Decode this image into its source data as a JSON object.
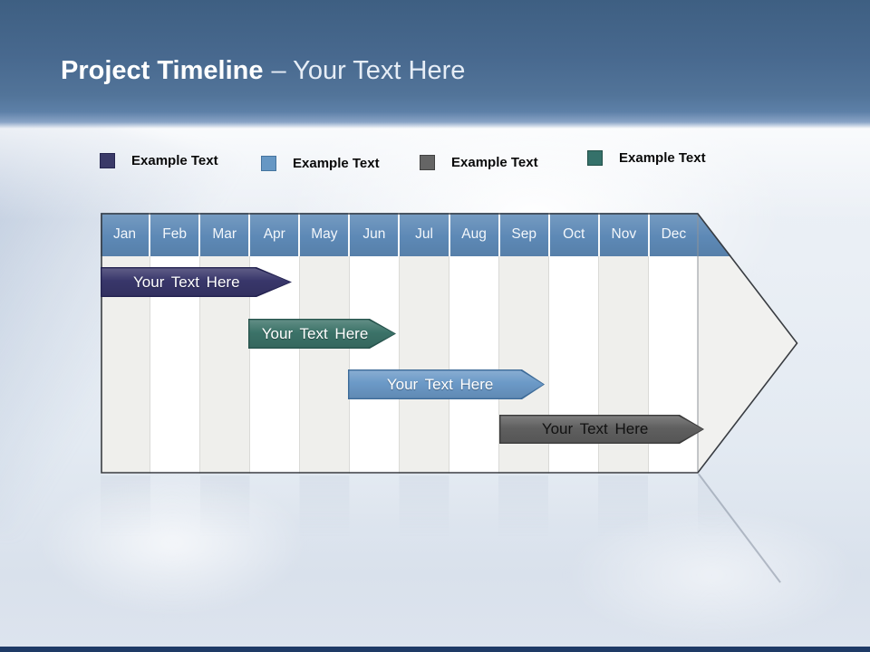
{
  "slide": {
    "title": {
      "bold": "Project Timeline",
      "rest": "– Your Text Here"
    }
  },
  "legend": {
    "items": [
      {
        "label": "Example Text",
        "color": "#3a3a68",
        "border": "#262650"
      },
      {
        "label": "Example Text",
        "color": "#6697c4",
        "border": "#45749f"
      },
      {
        "label": "Example Text",
        "color": "#656565",
        "border": "#414141"
      },
      {
        "label": "Example Text",
        "color": "#35716a",
        "border": "#224f48"
      }
    ]
  },
  "timeline": {
    "header_color": "#5d89b6",
    "months": [
      "Jan",
      "Feb",
      "Mar",
      "Apr",
      "May",
      "Jun",
      "Jul",
      "Aug",
      "Sep",
      "Oct",
      "Nov",
      "Dec"
    ],
    "bars": [
      {
        "label": "Your Text Here",
        "fill": "#38366a",
        "border": "#232250",
        "text_color": "#ffffff"
      },
      {
        "label": "Your Text Here",
        "fill": "#3b7268",
        "border": "#27534c",
        "text_color": "#ffffff"
      },
      {
        "label": "Your Text Here",
        "fill": "#6b99c7",
        "border": "#3d6b98",
        "text_color": "#ffffff"
      },
      {
        "label": "Your Text Here",
        "fill": "#5f5f5f",
        "border": "#3a3a3a",
        "text_color": "#111111"
      }
    ]
  },
  "colors": {
    "bottom_accent": "#1e3a66",
    "band_top": "#3e5f82",
    "grid_stripe": "#efefec"
  },
  "chart_data": {
    "type": "bar",
    "subtype": "gantt-timeline",
    "title": "Project Timeline – Your Text Here",
    "x_labels": [
      "Jan",
      "Feb",
      "Mar",
      "Apr",
      "May",
      "Jun",
      "Jul",
      "Aug",
      "Sep",
      "Oct",
      "Nov",
      "Dec"
    ],
    "legend_entries": [
      "Example Text",
      "Example Text",
      "Example Text",
      "Example Text"
    ],
    "bars": [
      {
        "label": "Your Text Here",
        "start_month": "Jan",
        "end_month": "Apr",
        "color": "#38366a"
      },
      {
        "label": "Your Text Here",
        "start_month": "Apr",
        "end_month": "Jun",
        "color": "#3b7268"
      },
      {
        "label": "Your Text Here",
        "start_month": "Jun",
        "end_month": "Sep",
        "color": "#6b99c7"
      },
      {
        "label": "Your Text Here",
        "start_month": "Sep",
        "end_month": "Dec",
        "color": "#5f5f5f"
      }
    ],
    "layout": {
      "axis": "top",
      "grid": "vertical-stripes",
      "shape": "right-pointing-arrow"
    }
  }
}
